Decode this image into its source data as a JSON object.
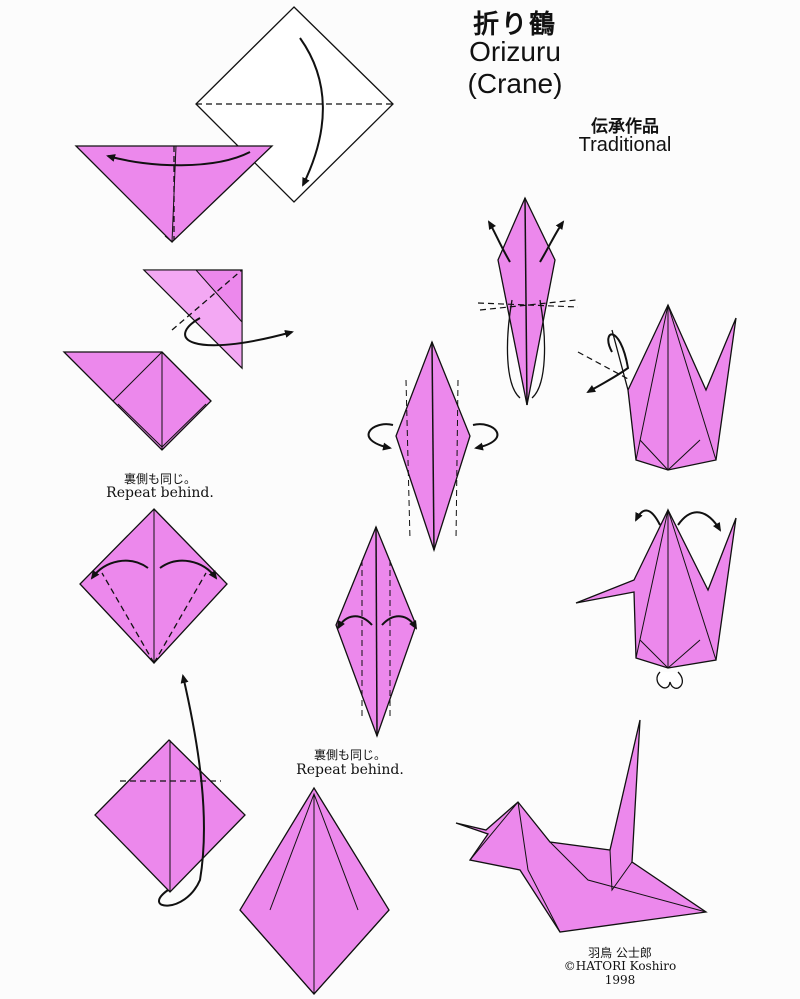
{
  "header": {
    "title_jp": "折り鶴",
    "title_en": "Orizuru",
    "title_sub": "(Crane)",
    "tradition_jp": "伝承作品",
    "tradition_en": "Traditional"
  },
  "notes": [
    {
      "jp": "裏側も同じ。",
      "en": "Repeat behind."
    },
    {
      "jp": "裏側も同じ。",
      "en": "Repeat behind."
    }
  ],
  "credit": {
    "author_jp": "羽鳥 公士郎",
    "author_en": "©HATORI Koshiro",
    "year": "1998"
  },
  "colors": {
    "paper": "#ec88ec",
    "paper_light": "#f3a8f3",
    "line": "#111111",
    "background": "#fcfcfc"
  },
  "steps": [
    {
      "id": "step-1-square",
      "icon": "square-fold-icon"
    },
    {
      "id": "step-2-triangle",
      "icon": "triangle-fold-icon"
    },
    {
      "id": "step-3-squash",
      "icon": "squash-fold-icon"
    },
    {
      "id": "step-4-preliminary",
      "icon": "preliminary-base-icon"
    },
    {
      "id": "step-5-kite",
      "icon": "kite-fold-icon"
    },
    {
      "id": "step-6-petal",
      "icon": "petal-fold-icon"
    },
    {
      "id": "step-7-bird-base",
      "icon": "bird-base-icon"
    },
    {
      "id": "step-8-narrow",
      "icon": "narrow-fold-icon"
    },
    {
      "id": "step-9-narrow-2",
      "icon": "narrow-fold-icon"
    },
    {
      "id": "step-10-reverse",
      "icon": "reverse-fold-icon"
    },
    {
      "id": "step-11-head",
      "icon": "head-fold-icon"
    },
    {
      "id": "step-12-wings",
      "icon": "wings-fold-icon"
    },
    {
      "id": "step-13-crane",
      "icon": "finished-crane-icon"
    }
  ]
}
